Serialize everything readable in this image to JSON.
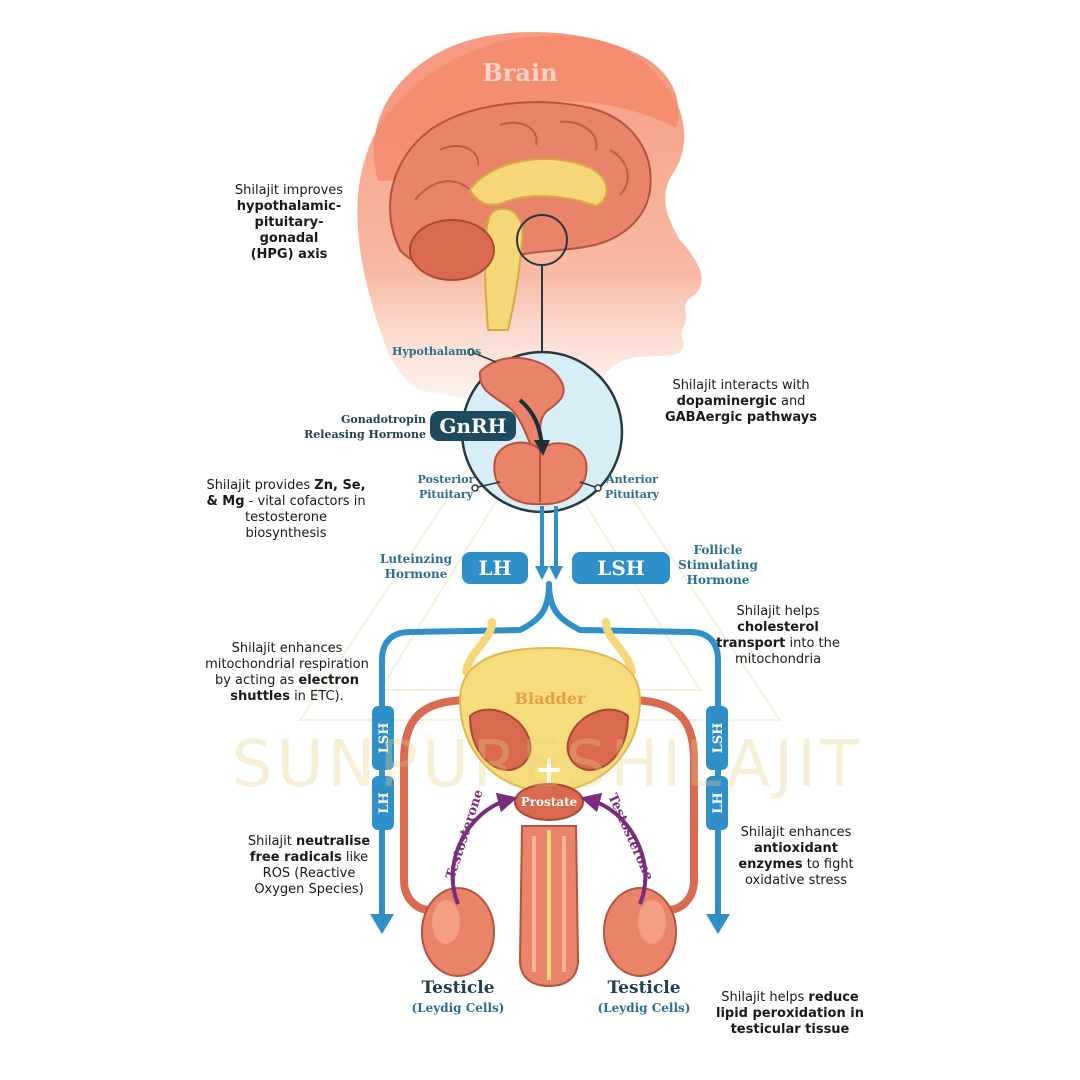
{
  "labels": {
    "brain": "Brain",
    "hypothalamus": "Hypothalamus",
    "gnrh_full": [
      "Gonadotropin",
      "Releasing Hormone"
    ],
    "gnrh": "GnRH",
    "posterior_pituitary": [
      "Posterior",
      "Pituitary"
    ],
    "anterior_pituitary": [
      "Anterior",
      "Pituitary"
    ],
    "lh_full": [
      "Luteinzing",
      "Hormone"
    ],
    "lh": "LH",
    "lsh": "LSH",
    "fsh_full": [
      "Follicle",
      "Stimulating",
      "Hormone"
    ],
    "bladder": "Bladder",
    "prostate": "Prostate",
    "testosterone": "Testosterone",
    "side_lsh": "LSH",
    "side_lh": "LH",
    "testicle": "Testicle",
    "leydig": "(Leydig Cells)",
    "watermark": "SUNPURESHILAJIT"
  },
  "notes": {
    "hpg": [
      "Shilajit improves",
      "hypothalamic-",
      "pituitary-gonadal",
      "(HPG) axis"
    ],
    "dopamine": [
      "Shilajit interacts with",
      "dopaminergic",
      " and",
      "GABAergic pathways"
    ],
    "minerals": [
      "Shilajit provides ",
      "Zn, Se,",
      "& Mg",
      " - vital cofactors in",
      "testosterone",
      "biosynthesis"
    ],
    "cholesterol": [
      "Shilajit helps",
      "cholesterol",
      "transport",
      " into the",
      "mitochondria"
    ],
    "mito": [
      "Shilajit enhances",
      "mitochondrial respiration",
      "by acting as ",
      "electron",
      "shuttles",
      " in ETC)."
    ],
    "radicals": [
      "Shilajit ",
      "neutralise",
      "free radicals",
      " like",
      "ROS (Reactive",
      "Oxygen Species)"
    ],
    "antioxidant": [
      "Shilajit enhances",
      "antioxidant",
      "enzymes",
      " to fight",
      "oxidative stress"
    ],
    "lipid": [
      "Shilajit helps ",
      "reduce",
      "lipid peroxidation in",
      "testicular tissue"
    ]
  },
  "colors": {
    "skin": "#f6a58b",
    "brain": "#e9836a",
    "brain_core": "#f6d777",
    "hormone_blue": "#2f8fc9",
    "gnrh_navy": "#1d4a5f",
    "label_teal": "#2a6f8f",
    "testosterone_purple": "#7a2c7e",
    "bladder": "#f7dc7b",
    "organ": "#d9694f"
  }
}
